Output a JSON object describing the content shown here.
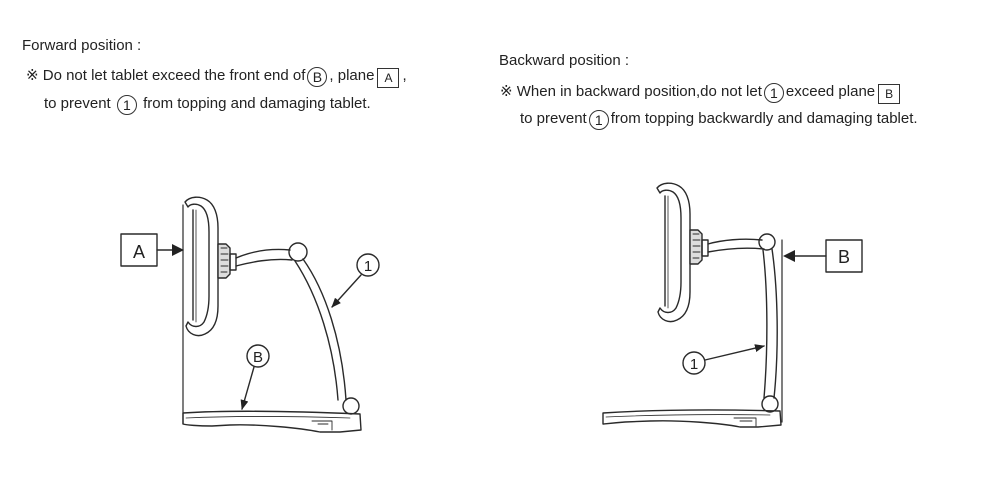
{
  "forward": {
    "title": "Forward position :",
    "line1_prefix": "※ Do not let tablet exceed the front end of",
    "line1_mark_b": "B",
    "line1_mid": ", plane",
    "line1_mark_a": "A",
    "line1_suffix": ",",
    "line2_prefix": "to prevent",
    "line2_mark": "1",
    "line2_suffix": "from topping and damaging tablet.",
    "label_a": "A",
    "label_b": "B",
    "label_1": "1"
  },
  "backward": {
    "title": "Backward position :",
    "line1_prefix": "※ When in backward position,do not let",
    "line1_mark": "1",
    "line1_mid": "exceed plane",
    "line1_mark_b": "B",
    "line2_prefix": "to prevent",
    "line2_mark": "1",
    "line2_suffix": "from topping backwardly and damaging tablet.",
    "label_b": "B",
    "label_1": "1"
  }
}
